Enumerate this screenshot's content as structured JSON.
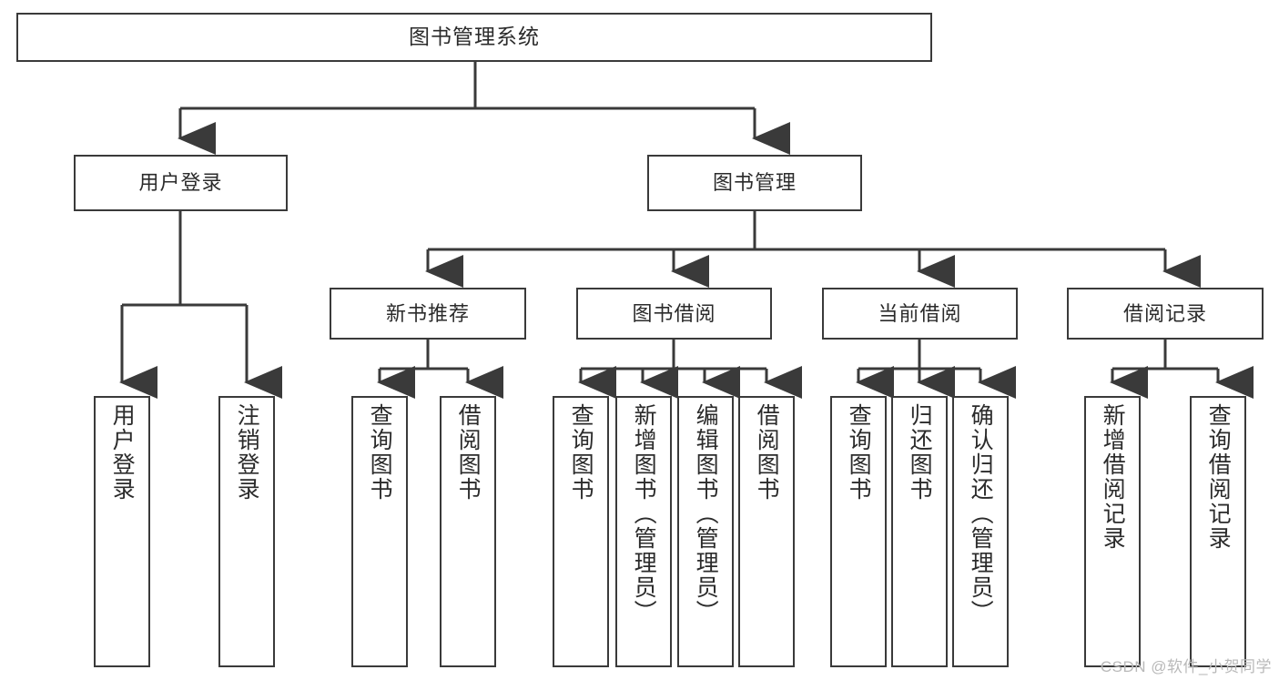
{
  "diagram": {
    "title": "图书管理系统",
    "type": "tree",
    "watermark": "CSDN @软件_小贺同学",
    "colors": {
      "box_border": "#3a3a3a",
      "box_fill": "#ffffff",
      "connector": "#3a3a3a",
      "text": "#2b2b2b",
      "watermark": "#b9b9b9",
      "background": "#ffffff"
    },
    "nodes": {
      "root": {
        "label": "图书管理系统"
      },
      "level2": [
        {
          "id": "user-login",
          "label": "用户登录"
        },
        {
          "id": "book-manage",
          "label": "图书管理"
        }
      ],
      "level3": [
        {
          "id": "new-book-recommend",
          "label": "新书推荐"
        },
        {
          "id": "book-borrow",
          "label": "图书借阅"
        },
        {
          "id": "current-borrow",
          "label": "当前借阅"
        },
        {
          "id": "borrow-record",
          "label": "借阅记录"
        }
      ],
      "leaves": {
        "user_login": [
          {
            "id": "leaf-user-login",
            "label": "用户登录"
          },
          {
            "id": "leaf-logout-login",
            "label": "注销登录"
          }
        ],
        "new_book_recommend": [
          {
            "id": "leaf-query-book-1",
            "label": "查询图书"
          },
          {
            "id": "leaf-borrow-book-1",
            "label": "借阅图书"
          }
        ],
        "book_borrow": [
          {
            "id": "leaf-query-book-2",
            "label": "查询图书"
          },
          {
            "id": "leaf-add-book",
            "label": "新增图书（管理员）"
          },
          {
            "id": "leaf-edit-book",
            "label": "编辑图书（管理员）"
          },
          {
            "id": "leaf-borrow-book-2",
            "label": "借阅图书"
          }
        ],
        "current_borrow": [
          {
            "id": "leaf-query-book-3",
            "label": "查询图书"
          },
          {
            "id": "leaf-return-book",
            "label": "归还图书"
          },
          {
            "id": "leaf-confirm-return",
            "label": "确认归还（管理员）"
          }
        ],
        "borrow_record": [
          {
            "id": "leaf-add-record",
            "label": "新增借阅记录"
          },
          {
            "id": "leaf-query-record",
            "label": "查询借阅记录"
          }
        ]
      }
    }
  }
}
